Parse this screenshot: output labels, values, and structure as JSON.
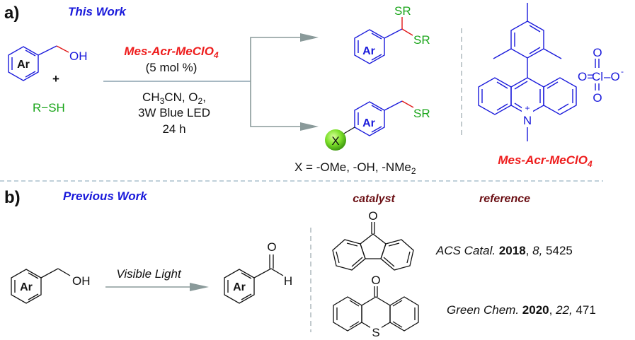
{
  "panel_a": {
    "label": "a)",
    "title": "This Work",
    "reactant_alcohol": {
      "ring_label": "Ar",
      "group": "OH"
    },
    "plus": "+",
    "reactant_thiol": "R−SH",
    "conditions": {
      "catalyst_name": "Mes-Acr-MeClO",
      "catalyst_subscript": "4",
      "loading": "(5 mol %)",
      "line1_parts": [
        "CH",
        "3",
        "CN, O",
        "2",
        ","
      ],
      "line2": "3W Blue LED",
      "line3": "24 h"
    },
    "product_top": {
      "ring_label": "Ar",
      "group1": "SR",
      "group2": "SR"
    },
    "product_bottom": {
      "ring_label": "Ar",
      "group": "SR",
      "substituent": "X"
    },
    "substituent_note": {
      "text": "X = -OMe, -OH, -NMe",
      "subscript": "2"
    },
    "catalyst_structure": {
      "cation_charge": "+",
      "nitrogen": "N",
      "anion": {
        "o_top": "O",
        "o_left": "O=",
        "cl": "Cl",
        "o_right": "–O",
        "charge": "-",
        "o_bottom": "O"
      },
      "name": "Mes-Acr-MeClO",
      "name_subscript": "4"
    }
  },
  "panel_b": {
    "label": "b)",
    "title": "Previous Work",
    "reactant": {
      "ring_label": "Ar",
      "group": "OH"
    },
    "arrow_label": "Visible Light",
    "product": {
      "ring_label": "Ar",
      "o": "O",
      "h": "H"
    },
    "table_headers": {
      "catalyst": "catalyst",
      "reference": "reference"
    },
    "references": [
      {
        "catalyst_atoms": {
          "o": "O"
        },
        "journal": "ACS Catal.",
        "year": "2018",
        "volume": "8",
        "page": "5425"
      },
      {
        "catalyst_atoms": {
          "o": "O",
          "s": "S"
        },
        "journal": "Green Chem.",
        "year": "2020",
        "volume": "22",
        "page": "471"
      }
    ]
  },
  "colors": {
    "section_title": "#1a1adb",
    "catalyst_label": "#ee1c1c",
    "thiol_green": "#1aa51a",
    "header_maroon": "#6b0f14",
    "arrow_gray": "#8a9a9a",
    "x_ball": "#7de02a"
  }
}
